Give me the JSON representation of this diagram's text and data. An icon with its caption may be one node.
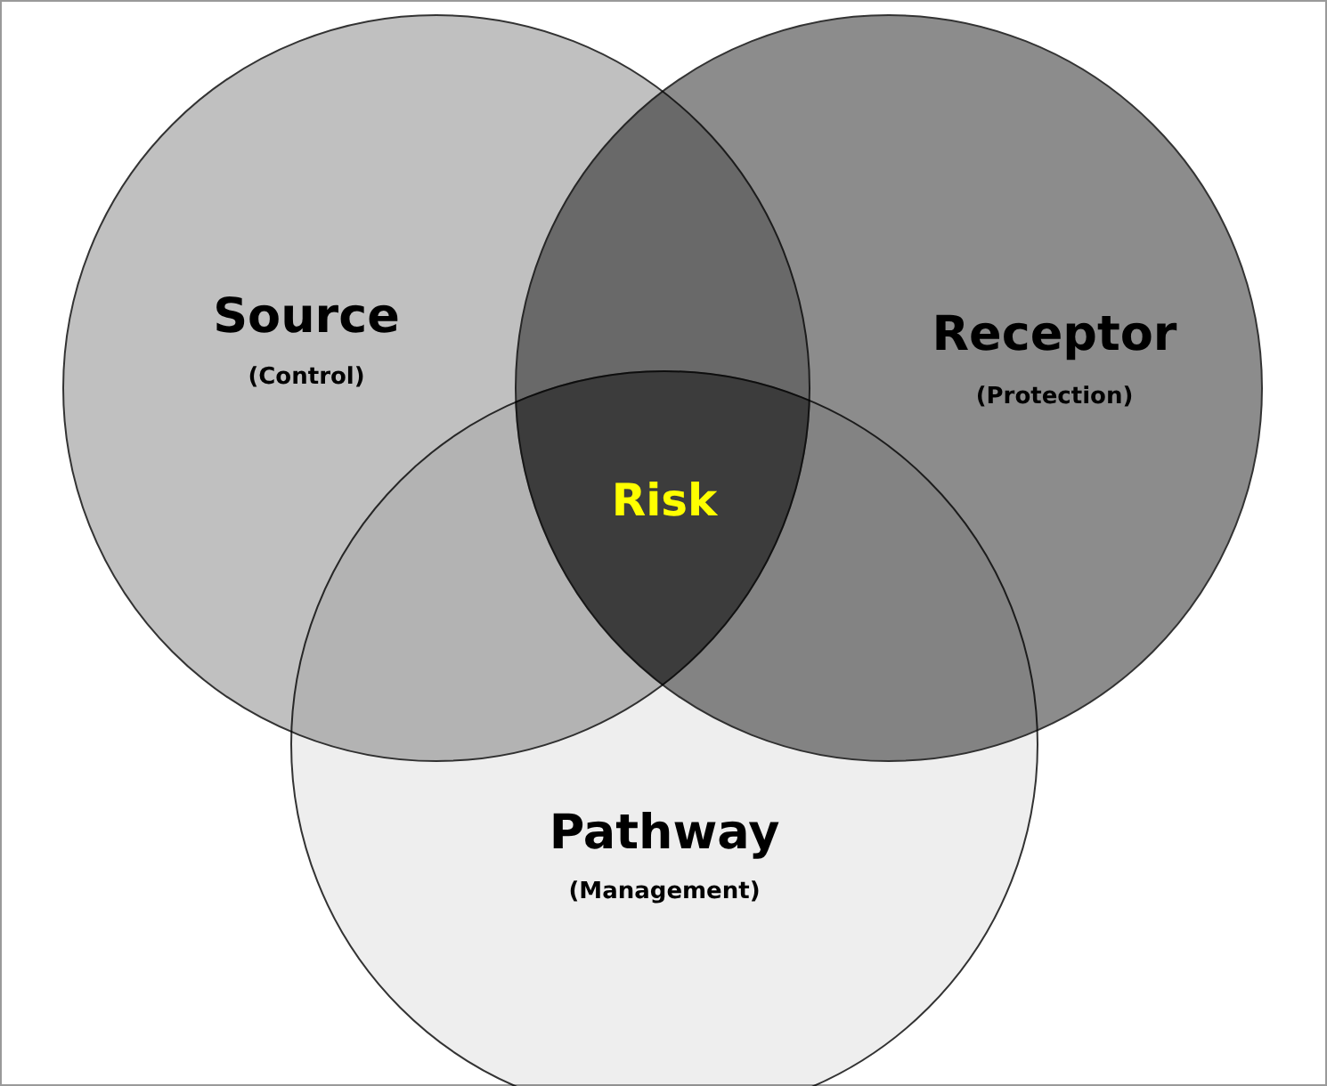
{
  "diagram": {
    "nodes": [
      {
        "text": [
          "Source",
          "(Control)"
        ]
      },
      {
        "text": [
          "Receptor",
          "(Protection)"
        ]
      },
      {
        "text": [
          "Pathway",
          "(Management)"
        ]
      }
    ],
    "labels": [
      "Risk"
    ]
  }
}
